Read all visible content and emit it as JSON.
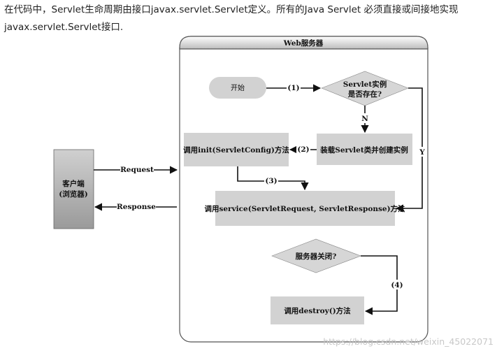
{
  "intro": {
    "line1": "在代码中，Servlet生命周期由接口javax.servlet.Servlet定义。所有的Java Servlet 必须直接或间接地实现",
    "line2": "javax.servlet.Servlet接口."
  },
  "diagram": {
    "server_title": "Web服务器",
    "start": "开始",
    "decision_exists": [
      "Servlet实例",
      "是否存在?"
    ],
    "load_class": "装载Servlet类并创建实例",
    "call_init": "调用init(ServletConfig)方法",
    "call_service": "调用service(ServletRequest, ServletResponse)方法",
    "decision_shutdown": "服务器关闭?",
    "call_destroy": "调用destroy()方法",
    "client": [
      "客户端",
      "(浏览器)"
    ],
    "request": "Request",
    "response": "Response",
    "step1": "(1)",
    "step2": "(2)",
    "step3": "(3)",
    "step4": "(4)",
    "branch_no": "N",
    "branch_yes": "Y"
  },
  "watermark": "https://blog.csdn.net/weixin_45022071"
}
